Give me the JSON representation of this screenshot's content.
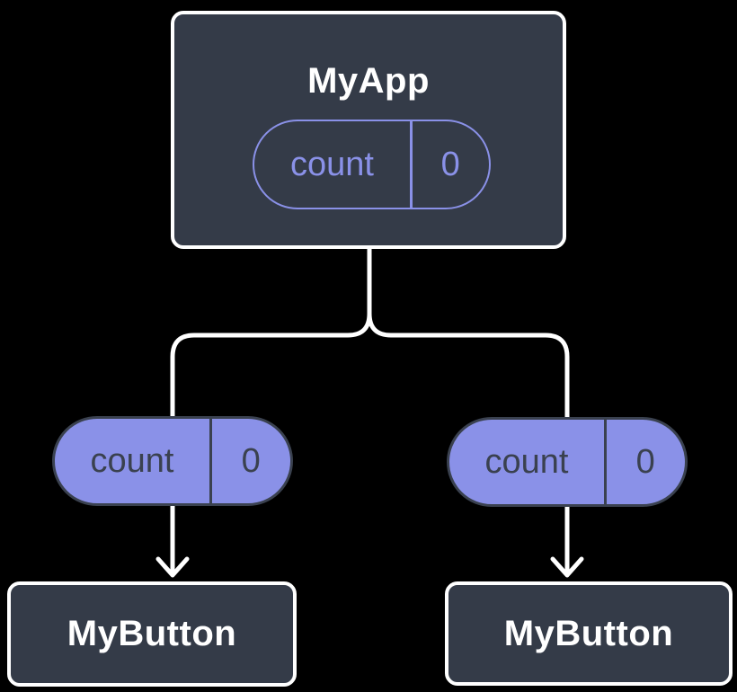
{
  "colors": {
    "background": "#000000",
    "node_fill": "#343b48",
    "node_border": "#ffffff",
    "node_text": "#ffffff",
    "accent_purple": "#8a91e8",
    "pill_dark_text": "#3a414f",
    "connector": "#ffffff"
  },
  "tree": {
    "root": {
      "title": "MyApp",
      "state": {
        "name": "count",
        "value": "0"
      }
    },
    "children": [
      {
        "title": "MyButton",
        "prop": {
          "name": "count",
          "value": "0"
        }
      },
      {
        "title": "MyButton",
        "prop": {
          "name": "count",
          "value": "0"
        }
      }
    ]
  }
}
